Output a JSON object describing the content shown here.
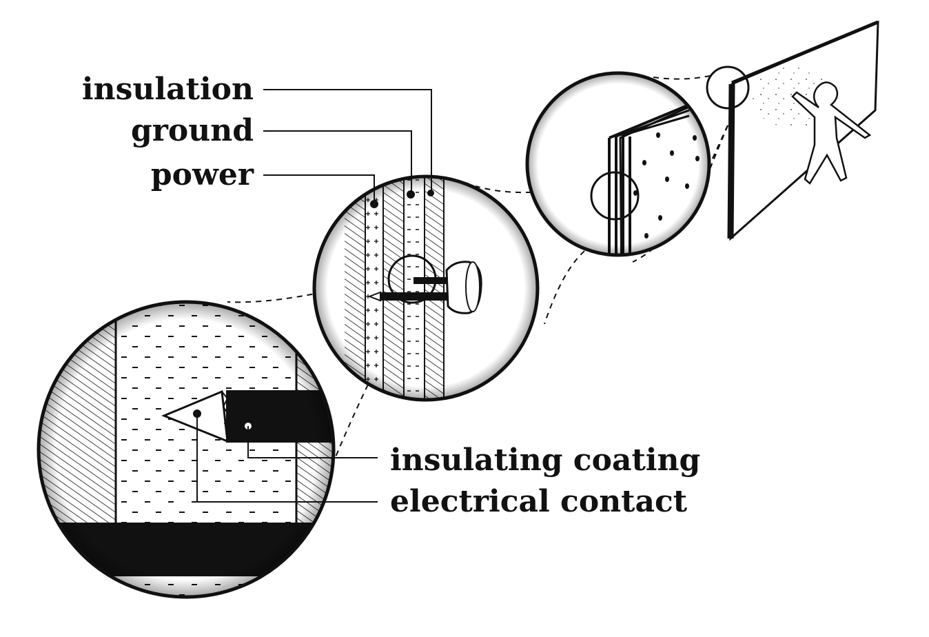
{
  "labels": {
    "insulation": "insulation",
    "ground": "ground",
    "power": "power",
    "insulating_coating": "insulating coating",
    "electrical_contact": "electrical contact"
  },
  "colors": {
    "ink": "#111111",
    "background": "#ffffff"
  }
}
